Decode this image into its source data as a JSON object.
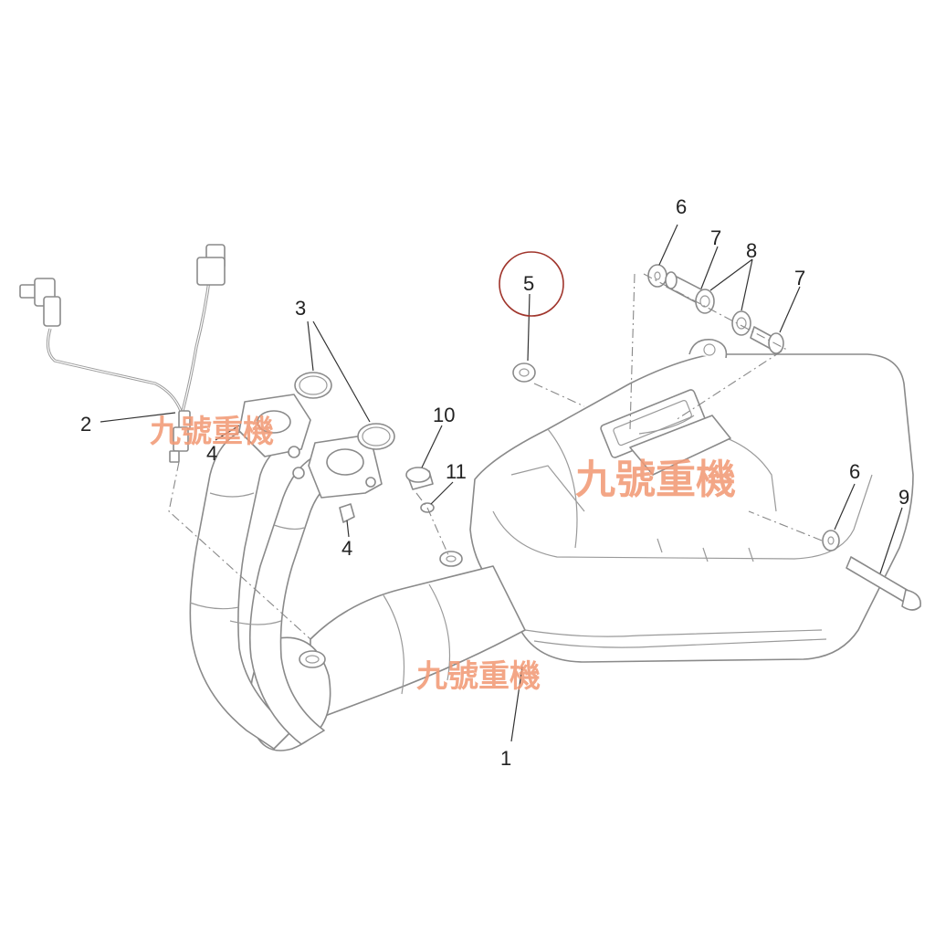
{
  "labels": {
    "l1": "1",
    "l2": "2",
    "l3": "3",
    "l4a": "4",
    "l4b": "4",
    "l5": "5",
    "l6a": "6",
    "l6b": "6",
    "l7a": "7",
    "l7b": "7",
    "l8": "8",
    "l9": "9",
    "l10": "10",
    "l11": "11"
  },
  "watermarks": {
    "w1": "九號重機",
    "w2": "九號重機",
    "w3": "九號重機"
  },
  "colors": {
    "highlight_circle": "#a0352c",
    "watermark": "#f29a76"
  }
}
